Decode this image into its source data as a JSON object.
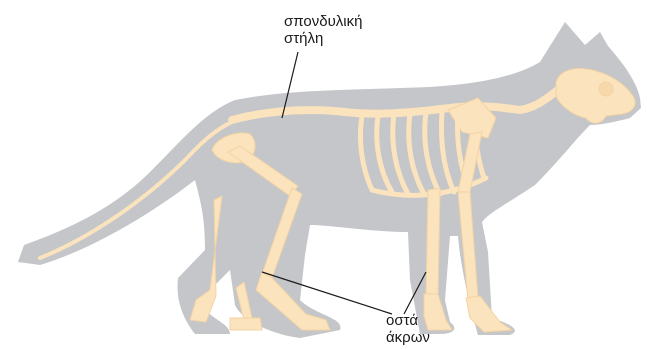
{
  "labels": {
    "spine": {
      "line1": "σπονδυλική",
      "line2": "στήλη"
    },
    "limbs": {
      "line1": "οστά",
      "line2": "άκρων"
    }
  },
  "colors": {
    "silhouette": "#c4c6c9",
    "bone": "#fbe3bd",
    "bone_edge": "#f3d3a3",
    "leader": "#1a1a1a",
    "text": "#1a1a1a"
  }
}
